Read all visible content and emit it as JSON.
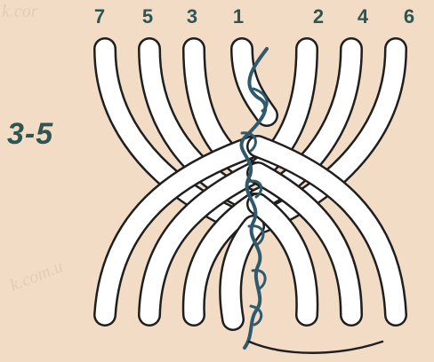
{
  "strand_labels": [
    "7",
    "5",
    "3",
    "1",
    "2",
    "4",
    "6"
  ],
  "step_label": "3-5",
  "watermark_top": "k.cor",
  "watermark_left": "k.com.u",
  "colors": {
    "background": "#f2dcc6",
    "strand_fill": "#ffffff",
    "strand_outline": "#1f1f1f",
    "label_text": "#2d5552",
    "stitch_thread": "#2f5a6e"
  },
  "icons": [
    "twisted-strand-braid",
    "stitch-thread"
  ]
}
